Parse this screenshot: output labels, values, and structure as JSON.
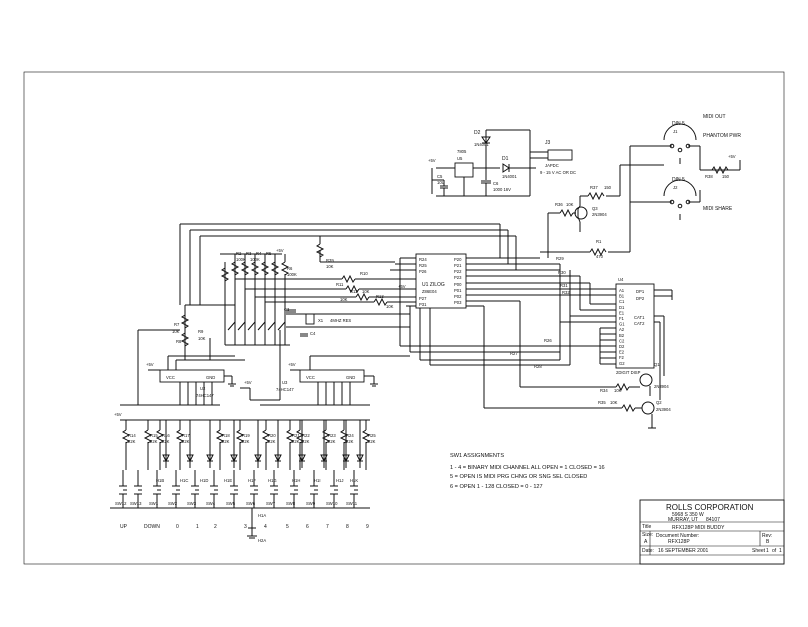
{
  "title_block": {
    "company": "ROLLS CORPORATION",
    "address1": "5968 S 350 W",
    "address2": "MURRAY, UT",
    "zip": "84107",
    "title_label": "Title",
    "title": "RFX128P MIDI BUDDY",
    "size_label": "Size:",
    "size": "A",
    "docnum_label": "Document Number:",
    "docnum": "RFX128P",
    "rev_label": "Rev:",
    "rev": "B",
    "date_label": "Date:",
    "date": "16 SEPTEMBER 2001",
    "sheet_label": "Sheet",
    "sheet": "1",
    "of_label": "of",
    "of": "1"
  },
  "notes": {
    "heading": "SW1 ASSIGNMENTS",
    "lines": [
      "1 - 4 = BINARY MIDI CHANNEL ALL OPEN = 1 CLOSED = 16",
      "5 = OPEN IS MIDI PRG CHNG OR SNG SEL CLOSED",
      "6 = OPEN 1 - 128 CLOSED = 0 - 127"
    ]
  },
  "labels": {
    "midi_out": "MIDI OUT",
    "phantom": "PHANTOM PWR",
    "midi_share": "MIDI SHARE",
    "din5_a": "DIN 5",
    "j1": "J1",
    "din5_b": "DIN 5",
    "j2": "J2",
    "r38": "R38",
    "r38v": "150",
    "r37": "R37",
    "r37v": "150",
    "r36": "R36",
    "r36v": "10K",
    "q3": "Q3",
    "q3v": "2N3904",
    "r1": "R1",
    "r1v": "470",
    "d2": "D2",
    "d2v": "1N4001",
    "d1": "D1",
    "d1v": "1N4001",
    "j3": "J3",
    "j3v": "JAPDC",
    "j3d": "9 - 15 V AC OR DC",
    "u5": "U5",
    "u5v": "7805",
    "c5": "C5",
    "c5v": "10U",
    "c6": "C6",
    "c6v": "1000 16V",
    "u1": "U1 ZILOG",
    "u1v": "Z86E04",
    "u4": "U4",
    "u4v": "2DIGIT DISP",
    "u2": "U2",
    "u2v": "74HC147",
    "u3": "U3",
    "u3v": "74HC147",
    "x1": "X1",
    "x1v": "4MHZ RES",
    "c3": "C3",
    "c4": "C4",
    "r39": "R39",
    "r39v": "10K",
    "r10": "R10",
    "r11": "R11",
    "r12": "R12",
    "r13": "R13",
    "r10k": "10K",
    "r7": "R7",
    "r8": "R8",
    "r9": "R9",
    "q1": "Q1",
    "q1v": "2N3904",
    "q2": "Q2",
    "q2v": "2N3904",
    "r34": "R34",
    "r35": "R35",
    "vcc": "VCC",
    "gnd": "GND",
    "plus5": "+5V",
    "h1a": "H1A",
    "h2a": "H2A"
  },
  "switches": [
    "SW12",
    "SW13",
    "SW1",
    "SW2",
    "SW3",
    "SW4",
    "SW5",
    "SW6",
    "SW7",
    "SW8",
    "SW9",
    "SW10",
    "SW11"
  ],
  "switch_legends": [
    "UP",
    "DOWN",
    "0",
    "1",
    "2",
    "3",
    "4",
    "5",
    "6",
    "7",
    "8",
    "9"
  ],
  "pullups": [
    "R14",
    "R15",
    "R16",
    "R17",
    "R18",
    "R19",
    "R20",
    "R21",
    "R22",
    "R23",
    "R24",
    "R25"
  ],
  "pullup_value": "22K",
  "diodes": [
    "H1B",
    "H1C",
    "H1D",
    "H1E",
    "H1F",
    "H1G",
    "H1H",
    "H1I",
    "H1J",
    "H1K"
  ],
  "top_resistors": [
    "R2",
    "R3",
    "R4",
    "R5",
    "R6"
  ],
  "top_resistor_value": "100K",
  "u1_pins_left": [
    "R24",
    "R25",
    "P26",
    "P27",
    "P31",
    "P32",
    "P33",
    "P34"
  ],
  "u1_pins_right": [
    "P20",
    "P21",
    "P22",
    "P23",
    "P00",
    "P01",
    "P02",
    "P03"
  ],
  "u4_pins": [
    "A1",
    "B1",
    "C1",
    "D1",
    "E1",
    "F1",
    "G1",
    "A2",
    "B2",
    "C2",
    "D2",
    "E2",
    "F2",
    "G2"
  ],
  "u4_right_pins": [
    "DP1",
    "DP2",
    "CAT1",
    "CAT2"
  ]
}
